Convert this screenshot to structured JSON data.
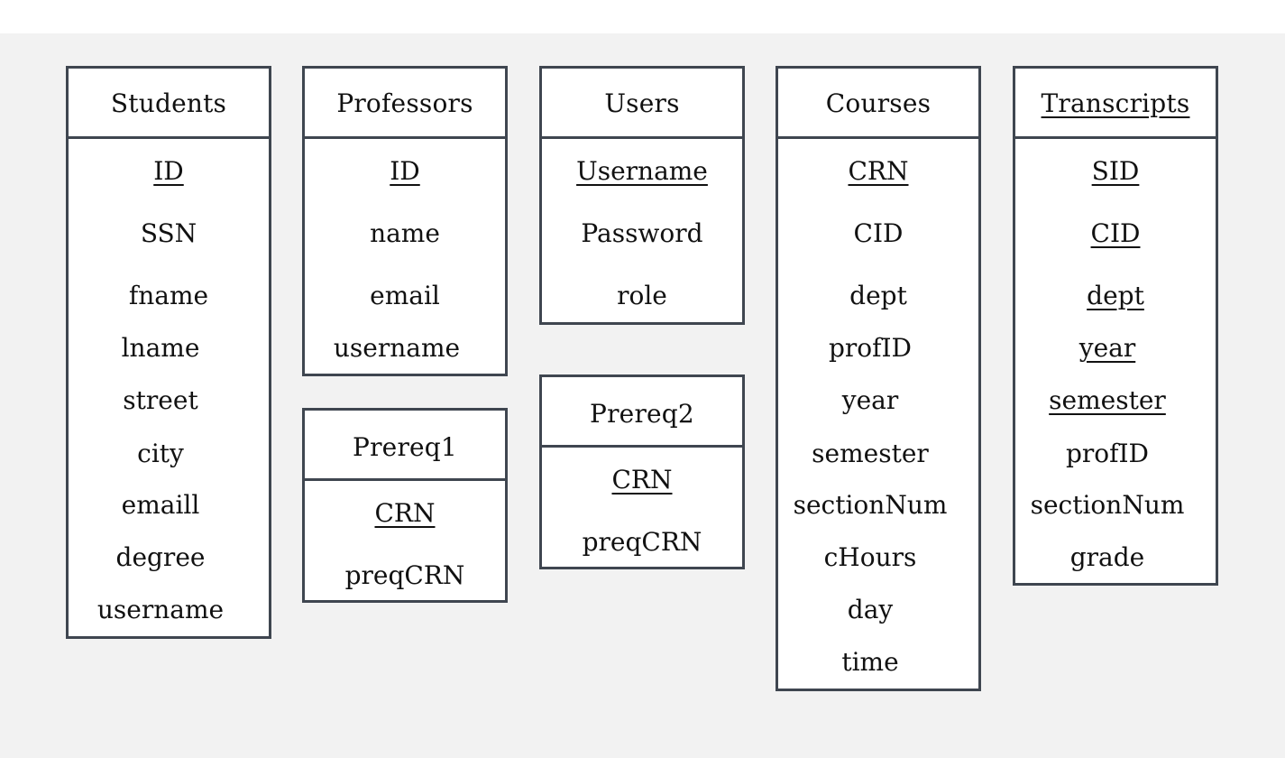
{
  "tables": {
    "students": {
      "title": "Students",
      "fields": [
        "ID",
        "SSN",
        "fname",
        "lname",
        "street",
        "city",
        "emaill",
        "degree",
        "username"
      ],
      "keys": [
        "ID"
      ]
    },
    "professors": {
      "title": "Professors",
      "fields": [
        "ID",
        "name",
        "email",
        "username"
      ],
      "keys": [
        "ID"
      ]
    },
    "prereq1": {
      "title": "Prereq1",
      "fields": [
        "CRN",
        "preqCRN"
      ],
      "keys": [
        "CRN"
      ]
    },
    "users": {
      "title": "Users",
      "fields": [
        "Username",
        "Password",
        "role"
      ],
      "keys": [
        "Username"
      ]
    },
    "prereq2": {
      "title": "Prereq2",
      "fields": [
        "CRN",
        "preqCRN"
      ],
      "keys": [
        "CRN"
      ]
    },
    "courses": {
      "title": "Courses",
      "fields": [
        "CRN",
        "CID",
        "dept",
        "profID",
        "year",
        "semester",
        "sectionNum",
        "cHours",
        "day",
        "time"
      ],
      "keys": [
        "CRN"
      ]
    },
    "transcripts": {
      "title": "Transcripts",
      "title_underlined": true,
      "fields": [
        "SID",
        "CID",
        "dept",
        "year",
        "semester",
        "profID",
        "sectionNum",
        "grade"
      ],
      "keys": [
        "SID",
        "CID",
        "dept",
        "year",
        "semester"
      ]
    }
  },
  "colors": {
    "border": "#3f4650",
    "background": "#f2f2f2",
    "box": "#ffffff"
  }
}
